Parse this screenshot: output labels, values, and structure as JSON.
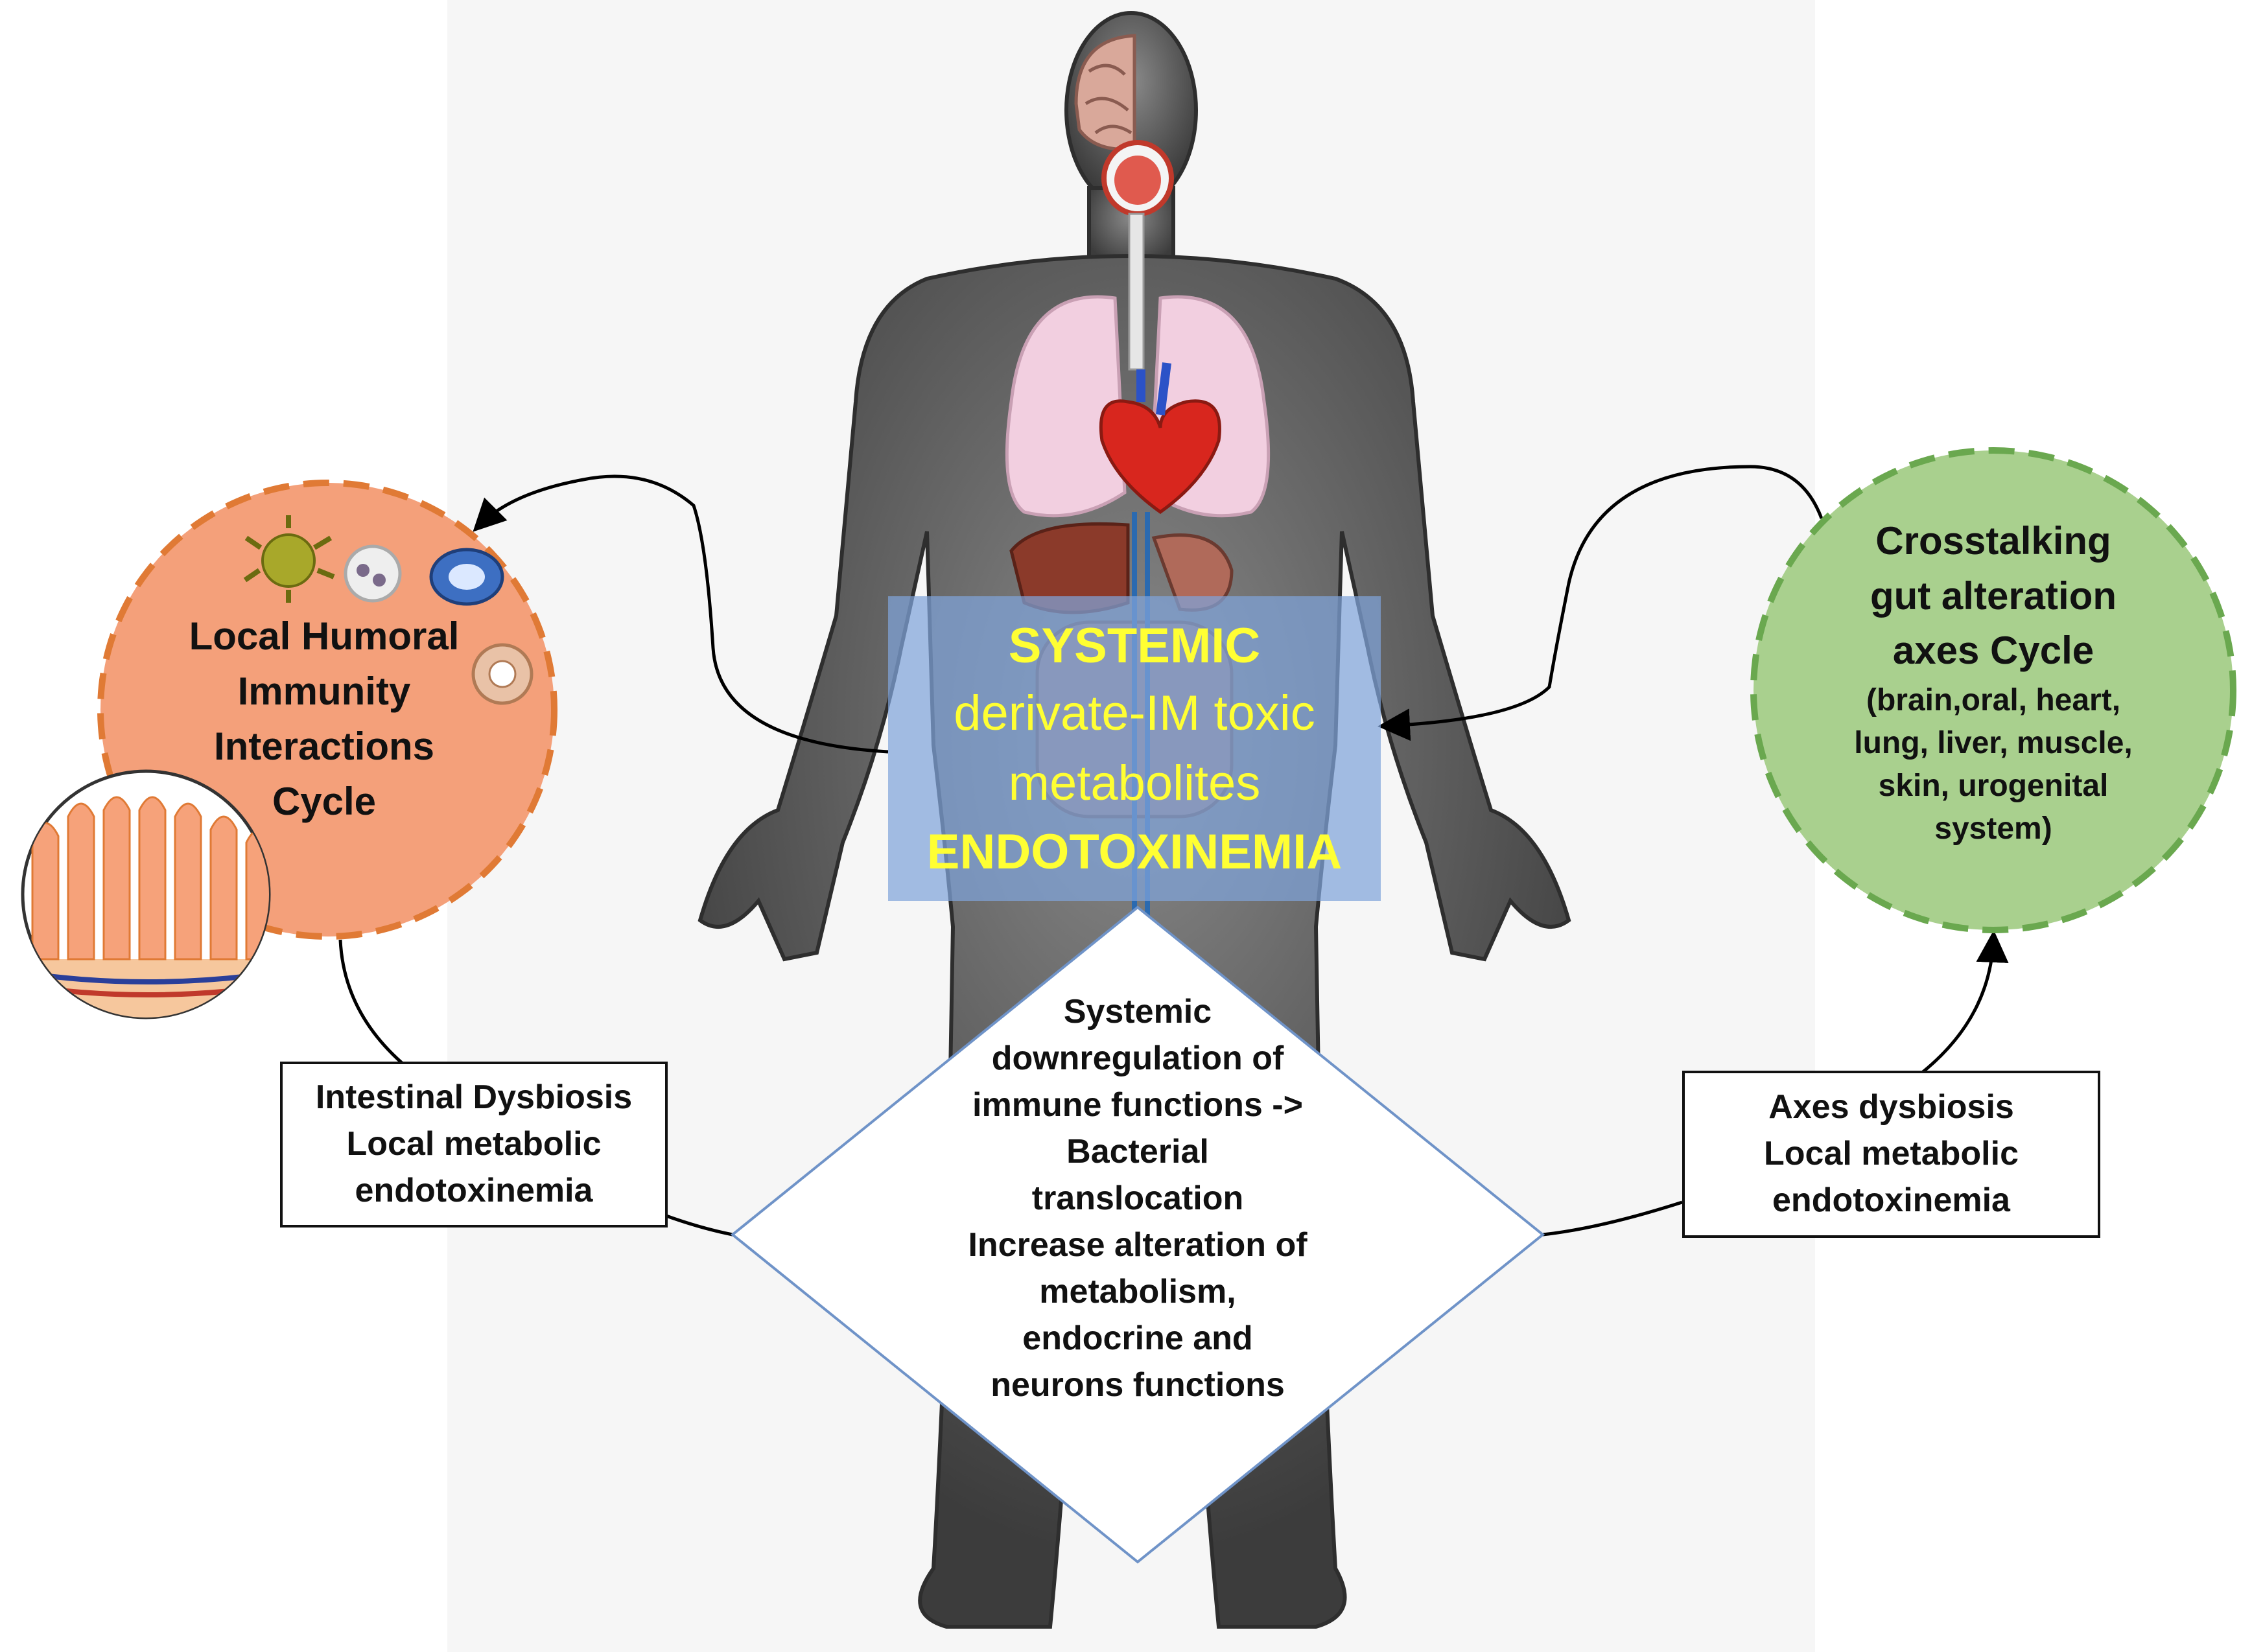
{
  "center_panel": {
    "line1": "SYSTEMIC",
    "line2": "derivate-IM toxic",
    "line3": "metabolites",
    "line4": "ENDOTOXINEMIA",
    "text_color": "#ffff33",
    "bg_color": "#7fa4d9"
  },
  "left_cycle": {
    "lines": [
      "Local Humoral",
      "Immunity",
      "Interactions",
      "Cycle"
    ],
    "fill": "#f4a07a",
    "border": "#e07a35"
  },
  "right_cycle": {
    "title_lines": [
      "Crosstalking",
      "gut alteration",
      "axes  Cycle"
    ],
    "detail_lines": [
      "(brain,oral, heart,",
      "lung, liver, muscle,",
      "skin, urogenital",
      "system)"
    ],
    "fill": "#a9d08e",
    "border": "#6aa84f"
  },
  "left_box": {
    "lines": [
      "Intestinal  Dysbiosis",
      "Local metabolic",
      "endotoxinemia"
    ]
  },
  "right_box": {
    "lines": [
      "Axes dysbiosis",
      "Local metabolic",
      "endotoxinemia"
    ]
  },
  "diamond": {
    "lines": [
      "Systemic",
      "downregulation of",
      "immune functions ->",
      "Bacterial",
      "translocation",
      "Increase alteration of",
      "metabolism,",
      "endocrine and",
      "neurons functions"
    ]
  }
}
